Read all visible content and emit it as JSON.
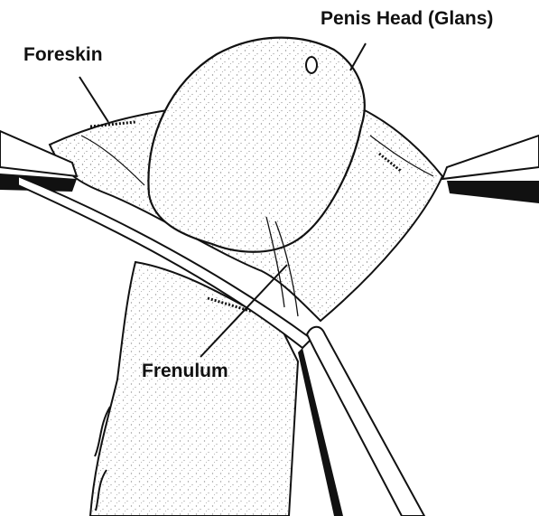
{
  "labels": {
    "foreskin": "Foreskin",
    "glans": "Penis Head (Glans)",
    "frenulum": "Frenulum"
  },
  "colors": {
    "ink": "#111111",
    "background": "#ffffff"
  }
}
